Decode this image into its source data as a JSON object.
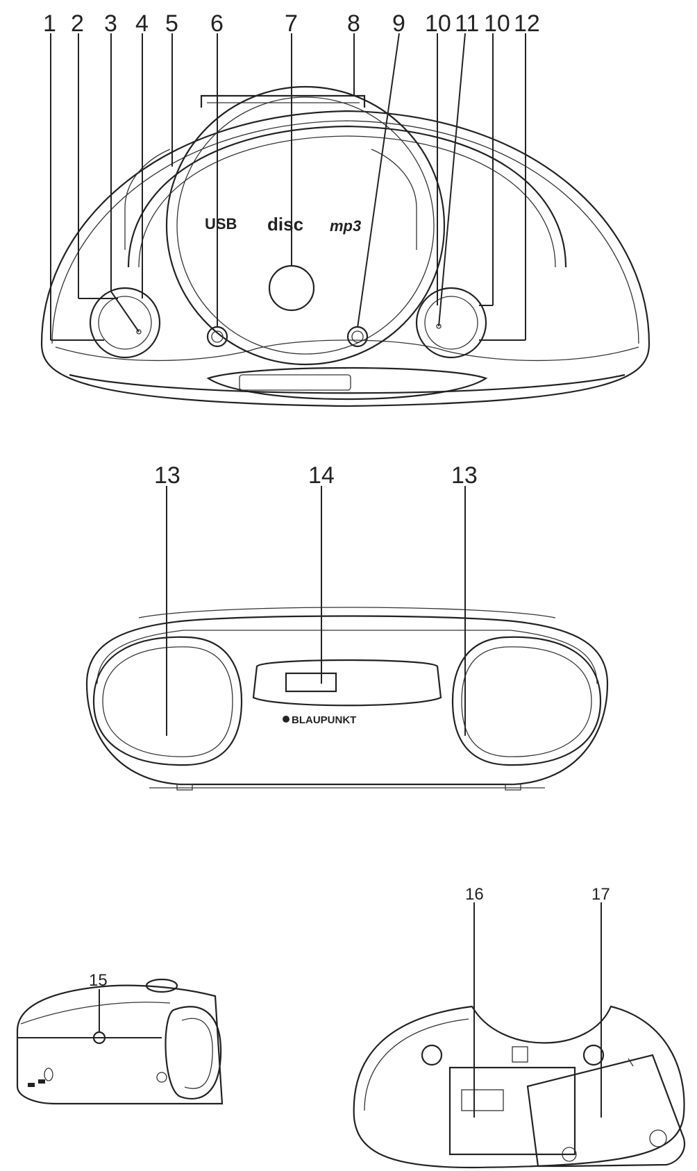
{
  "front_view": {
    "callouts": [
      "1",
      "2",
      "3",
      "4",
      "5",
      "6",
      "7",
      "8",
      "9",
      "10",
      "11",
      "10",
      "12"
    ],
    "logos": {
      "usb": "USB",
      "disc": "disc",
      "mp3": "mp3"
    }
  },
  "rear_view": {
    "callouts": [
      "13",
      "14",
      "13"
    ],
    "brand": "BLAUPUNKT"
  },
  "side_view": {
    "callouts": [
      "15"
    ]
  },
  "bottom_view": {
    "callouts": [
      "16",
      "17"
    ]
  }
}
